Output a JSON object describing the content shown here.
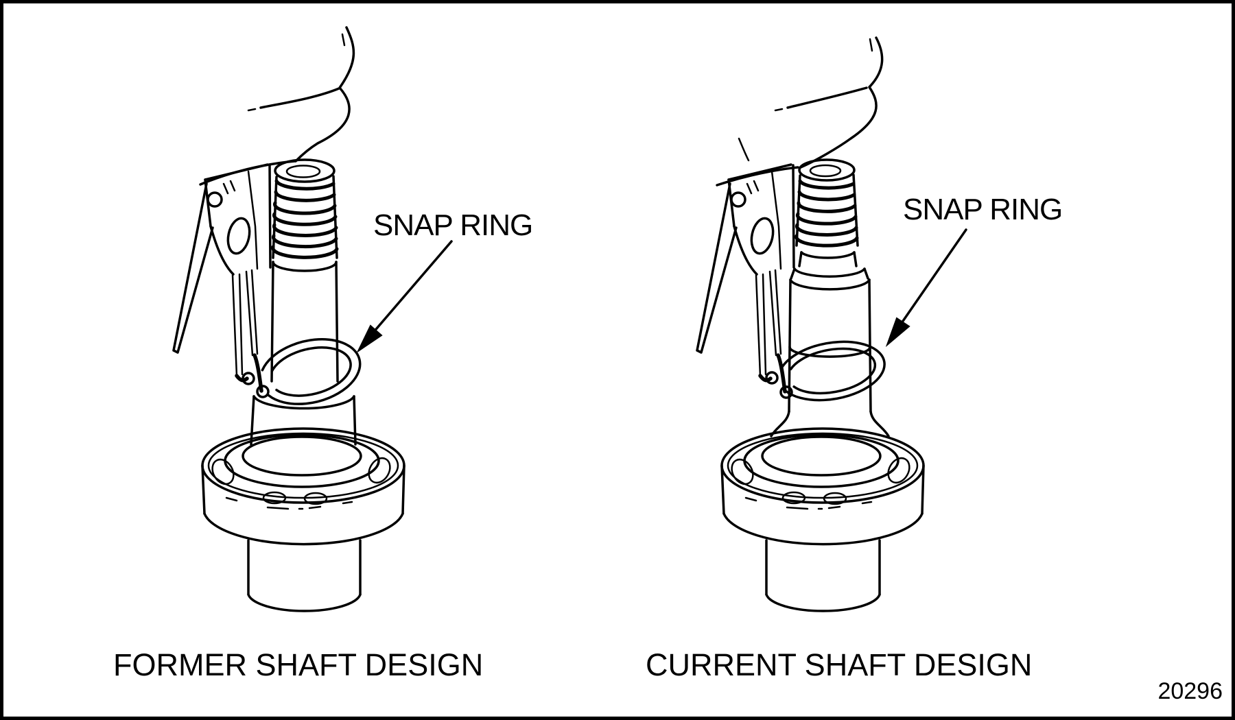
{
  "page": {
    "colors": {
      "background": "#ffffff",
      "line": "#000000",
      "border": "#000000"
    }
  },
  "left_figure": {
    "label": "SNAP RING",
    "caption": "FORMER SHAFT DESIGN",
    "subject": "snap-ring pliers installing snap ring on straight shaft above ball bearing"
  },
  "right_figure": {
    "label": "SNAP RING",
    "caption": "CURRENT SHAFT DESIGN",
    "subject": "snap-ring pliers installing snap ring on stepped shaft above ball bearing"
  },
  "figure_number": "20296"
}
